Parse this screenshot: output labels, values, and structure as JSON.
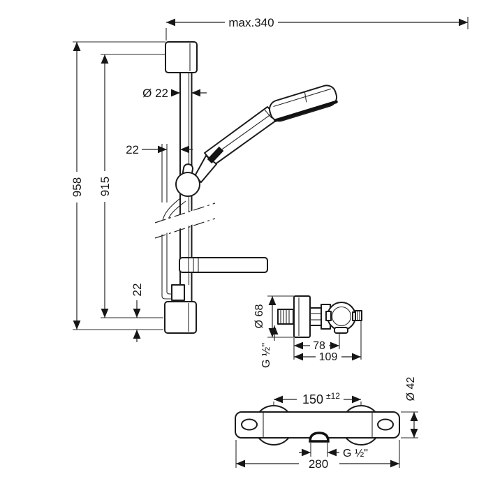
{
  "dims": {
    "max_reach": "max.340",
    "rail_diameter": "Ø 22",
    "rail_offset": "22",
    "total_height": "958",
    "bar_height": "915",
    "bottom_offset": "22",
    "escutcheon_diameter": "Ø 68",
    "thread_side": "G ½\"",
    "depth_78": "78",
    "depth_109": "109",
    "connection_150": "150",
    "connection_tolerance": "±12",
    "body_diameter": "Ø 42",
    "thread_bottom": "G ½\"",
    "width_280": "280"
  }
}
